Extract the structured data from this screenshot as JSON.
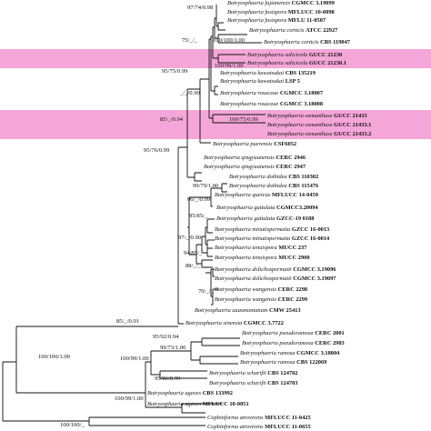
{
  "highlight_color": "#f4a6d8",
  "taxa": [
    {
      "genus": "Botryosphaeria fujianensis",
      "strain": "CGMCC 3.19099"
    },
    {
      "genus": "Botryosphaeria fusispora",
      "strain": "MFLUCC 10-0098"
    },
    {
      "genus": "Botryosphaeria fusispora",
      "strain": "MFLU 11-0507"
    },
    {
      "genus": "Botryosphaeria corticis",
      "strain": "ATCC 22927"
    },
    {
      "genus": "Botryosphaeria corticis",
      "strain": "CBS 119047"
    },
    {
      "genus": "Botryosphaeria salicicola",
      "strain": "GUCC 21230"
    },
    {
      "genus": "Botryosphaeria salicicola",
      "strain": "GUCC 21230.1"
    },
    {
      "genus": "Botryosphaeria kuwatsukai",
      "strain": "CBS 135219"
    },
    {
      "genus": "Botryosphaeria kuwatsukai",
      "strain": "LSP 5"
    },
    {
      "genus": "Botryosphaeria rosaceae",
      "strain": "CGMCC 3.18007"
    },
    {
      "genus": "Botryosphaeria rosaceae",
      "strain": "CGMCC 3.18008"
    },
    {
      "genus": "Botryosphaeria osmanthuse",
      "strain": "GUCC 21433"
    },
    {
      "genus": "Botryosphaeria osmanthuse",
      "strain": "GUCC 21433.1"
    },
    {
      "genus": "Botryosphaeria osmanthuse",
      "strain": "GUCC 21433.2"
    },
    {
      "genus": "Botryosphaeria puerensis",
      "strain": "CSF6052"
    },
    {
      "genus": "Botryosphaeria qingyuanensis",
      "strain": "CERC 2946"
    },
    {
      "genus": "Botryosphaeria qingyuanensis",
      "strain": "CERC 2947"
    },
    {
      "genus": "Botryosphaeria dothidea",
      "strain": "CBS 110302"
    },
    {
      "genus": "Botryosphaeria dothidea",
      "strain": "CBS 115476"
    },
    {
      "genus": "Botryosphaeria quercus",
      "strain": "MFLUCC 14-0459"
    },
    {
      "genus": "Botryosphaeria guttulata",
      "strain": "CGMCC3.20094"
    },
    {
      "genus": "Botryosphaeria guttulata",
      "strain": "GZCC-19 0188"
    },
    {
      "genus": "Botryosphaeria minutispermatia",
      "strain": "GZCC 16-0013"
    },
    {
      "genus": "Botryosphaeria minutispermatia",
      "strain": "GZCC 16-0014"
    },
    {
      "genus": "Botryosphaeria tenuispora",
      "strain": "MUCC 237"
    },
    {
      "genus": "Botryosphaeria tenuispora",
      "strain": "MUCC 2900"
    },
    {
      "genus": "Botryosphaeria dolichospermatii",
      "strain": "CGMCC 3.19096"
    },
    {
      "genus": "Botryosphaeria dolichospermatii",
      "strain": "CGMCC 3.19097"
    },
    {
      "genus": "Botryosphaeria wangensis",
      "strain": "CERC 2298"
    },
    {
      "genus": "Botryosphaeria wangensis",
      "strain": "CERC 2299"
    },
    {
      "genus": "Botryosphaeria auasmontanum",
      "strain": "CMW 25413"
    },
    {
      "genus": "Botryosphaeria sinensia",
      "strain": "CGMCC 3.7722"
    },
    {
      "genus": "Botryosphaeria pseudoramosa",
      "strain": "CERC 2001"
    },
    {
      "genus": "Botryosphaeria pseudoramosa",
      "strain": "CERC 2983"
    },
    {
      "genus": "Botryosphaeria ramosa",
      "strain": "CGMCC 3.18004"
    },
    {
      "genus": "Botryosphaeria ramosa",
      "strain": "CBS 122069"
    },
    {
      "genus": "Botryosphaeria scharifii",
      "strain": "CBS 124702"
    },
    {
      "genus": "Botryosphaeria scharifii",
      "strain": "CBS 124703"
    },
    {
      "genus": "Botryosphaeria agaves",
      "strain": "CBS 133992"
    },
    {
      "genus": "Botryosphaeria agaves",
      "strain": "MFLUCC 10-0051"
    },
    {
      "genus": "Cophinforma atrovirens",
      "strain": "MFLUCC 11-0425"
    },
    {
      "genus": "Cophinforma atrovirens",
      "strain": "MFLUCC 11-0655"
    }
  ],
  "supports": [
    "97/74/0.98",
    "100/100/1.00",
    "75/_/_",
    "100/99/1.00",
    "95/75/0.99",
    "_/_/0.90",
    "85/_/0.94",
    "100/75/0.99",
    "95/76/0.99",
    "99/79/1.00",
    "96/_/0.99",
    "95/85/_",
    "97/_/0.90",
    "94/85/_",
    "88/_/_",
    "70/_/_",
    "85/_/0.91",
    "100/100/1.00",
    "95/92/0.94",
    "99/73/1.00",
    "100/99/1.00",
    "95/86/0.99",
    "100/99/1.00",
    "100/100/_"
  ]
}
